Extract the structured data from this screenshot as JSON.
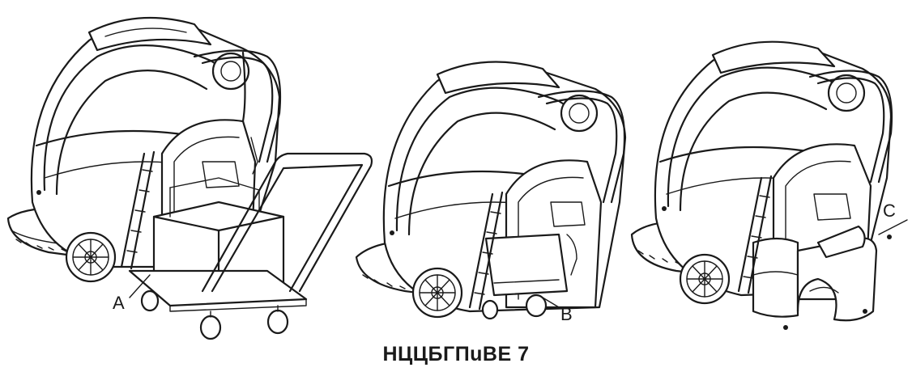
{
  "figure": {
    "caption": "НЦЦБГПuВЕ 7",
    "callouts": {
      "a": "A",
      "b": "B",
      "c": "C"
    }
  }
}
